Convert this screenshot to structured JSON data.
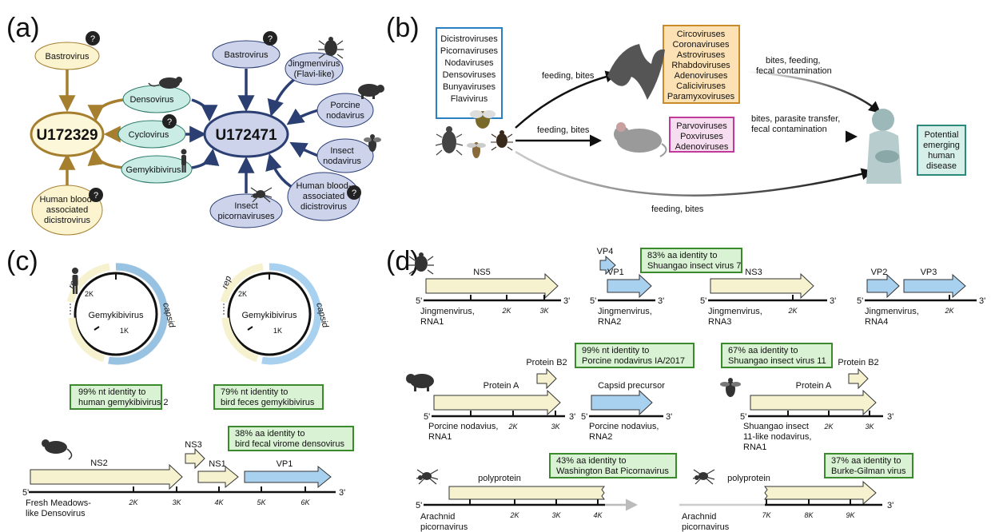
{
  "panels": {
    "a": {
      "label": "(a)",
      "left_hub": "U172329",
      "right_hub": "U172471",
      "question": "?",
      "left_nodes": [
        {
          "text": [
            "Bastrovirus"
          ]
        },
        {
          "text": [
            "Human blood-",
            "associated",
            "dicistrovirus"
          ]
        }
      ],
      "shared_nodes": [
        {
          "text": [
            "Densovirus"
          ]
        },
        {
          "text": [
            "Cyclovirus"
          ]
        },
        {
          "text": [
            "Gemykibivirus"
          ]
        }
      ],
      "right_nodes": [
        {
          "text": [
            "Bastrovirus"
          ]
        },
        {
          "text": [
            "Jingmenvirus",
            "(Flavi-like)"
          ]
        },
        {
          "text": [
            "Porcine",
            "nodavirus"
          ]
        },
        {
          "text": [
            "Insect",
            "nodavirus"
          ]
        },
        {
          "text": [
            "Human blood-",
            "associated",
            "dicistrovirus"
          ]
        },
        {
          "text": [
            "Insect",
            "picornaviruses"
          ]
        }
      ]
    },
    "b": {
      "label": "(b)",
      "insect_box": [
        "Dicistroviruses",
        "Picornaviruses",
        "Nodaviruses",
        "Densoviruses",
        "Bunyaviruses",
        "Flavivirus"
      ],
      "bat_box": [
        "Circoviruses",
        "Coronaviruses",
        "Astroviruses",
        "Rhabdoviruses",
        "Adenoviruses",
        "Caliciviruses",
        "Paramyxoviruses"
      ],
      "mouse_box": [
        "Parvoviruses",
        "Poxviruses",
        "Adenoviruses"
      ],
      "human_box": [
        "Potential",
        "emerging",
        "human",
        "disease"
      ],
      "edge_insect_bat": "feeding, bites",
      "edge_insect_mouse": "feeding, bites",
      "edge_insect_human": "feeding, bites",
      "edge_bat_human": [
        "bites, feeding,",
        "fecal contamination"
      ],
      "edge_mouse_human": [
        "bites, parasite transfer,",
        "fecal contamination"
      ]
    },
    "c": {
      "label": "(c)",
      "circle_name": "Gemykibivirus",
      "rep": "rep",
      "capsid": "capsid",
      "tick_2k": "2K",
      "tick_1k": "1K",
      "left_identity": [
        "99% nt identity to",
        "human gemykibivirus 2"
      ],
      "right_identity": [
        "79% nt identity to",
        "bird feces gemykibivirus"
      ],
      "denso_identity": [
        "38% aa identity to",
        "bird fecal virome densovirus"
      ],
      "denso_genes": {
        "ns2": "NS2",
        "ns3": "NS3",
        "ns1": "NS1",
        "vp1": "VP1"
      },
      "denso_ticks": [
        "2K",
        "3K",
        "4K",
        "5K",
        "6K"
      ],
      "denso_name": [
        "Fresh Meadows-",
        "like Densovirus"
      ],
      "five": "5'",
      "three": "3'"
    },
    "d": {
      "label": "(d)",
      "five": "5'",
      "three": "3'",
      "row1": {
        "ns5": "NS5",
        "rna1_name": [
          "Jingmenvirus,",
          "RNA1"
        ],
        "rna1_ticks": [
          "2K",
          "3K"
        ],
        "vp4": "VP4",
        "vp1": "VP1",
        "rna2_identity": [
          "83% aa identity to",
          "Shuangao insect virus 7"
        ],
        "rna2_name": [
          "Jingmenvirus,",
          "RNA2"
        ],
        "ns3": "NS3",
        "rna3_name": [
          "Jingmenvirus,",
          "RNA3"
        ],
        "rna3_ticks": [
          "2K"
        ],
        "vp2": "VP2",
        "vp3": "VP3",
        "rna4_name": [
          "Jingmenvirus,",
          "RNA4"
        ],
        "rna4_ticks": [
          "2K"
        ]
      },
      "row2": {
        "protein_a": "Protein A",
        "protein_b2": "Protein B2",
        "pn1_name": [
          "Porcine nodavius,",
          "RNA1"
        ],
        "pn1_ticks": [
          "2K",
          "3K"
        ],
        "pn_identity": [
          "99% nt identity to",
          "Porcine nodavirus IA/2017"
        ],
        "capsid_precursor": "Capsid precursor",
        "pn2_name": [
          "Porcine nodavius,",
          "RNA2"
        ],
        "sh_identity": [
          "67% aa identity to",
          "Shuangao insect virus 11"
        ],
        "sh_protein_a": "Protein A",
        "sh_protein_b2": "Protein B2",
        "sh_name": [
          "Shuangao insect",
          "11-like nodavirus,",
          "RNA1"
        ],
        "sh_ticks": [
          "2K",
          "3K"
        ]
      },
      "row3": {
        "polyprotein": "polyprotein",
        "ap1_identity": [
          "43% aa identity to",
          "Washington Bat Picornavirus"
        ],
        "ap1_name": [
          "Arachnid",
          "picornavirus"
        ],
        "ap1_ticks": [
          "2K",
          "3K",
          "4K"
        ],
        "polyprotein2": "polyprotein",
        "ap2_identity": [
          "37% aa identity to",
          "Burke-Gilman virus"
        ],
        "ap2_name": [
          "Arachnid",
          "picornavirus"
        ],
        "ap2_ticks": [
          "7K",
          "8K",
          "9K"
        ]
      }
    }
  },
  "colors": {
    "left_edge": "#a57e2e",
    "right_edge": "#2b3f73",
    "left_hub_fill": "#fdf7d9",
    "left_node_fill": "#fbf4cf",
    "shared_fill": "#c9ece4",
    "right_fill": "#cdd3ea",
    "gene_yellow": "#f6f1cf",
    "gene_blue": "#a8d0ef",
    "identity_fill": "#d9f2d3",
    "identity_border": "#3b8a2e"
  }
}
